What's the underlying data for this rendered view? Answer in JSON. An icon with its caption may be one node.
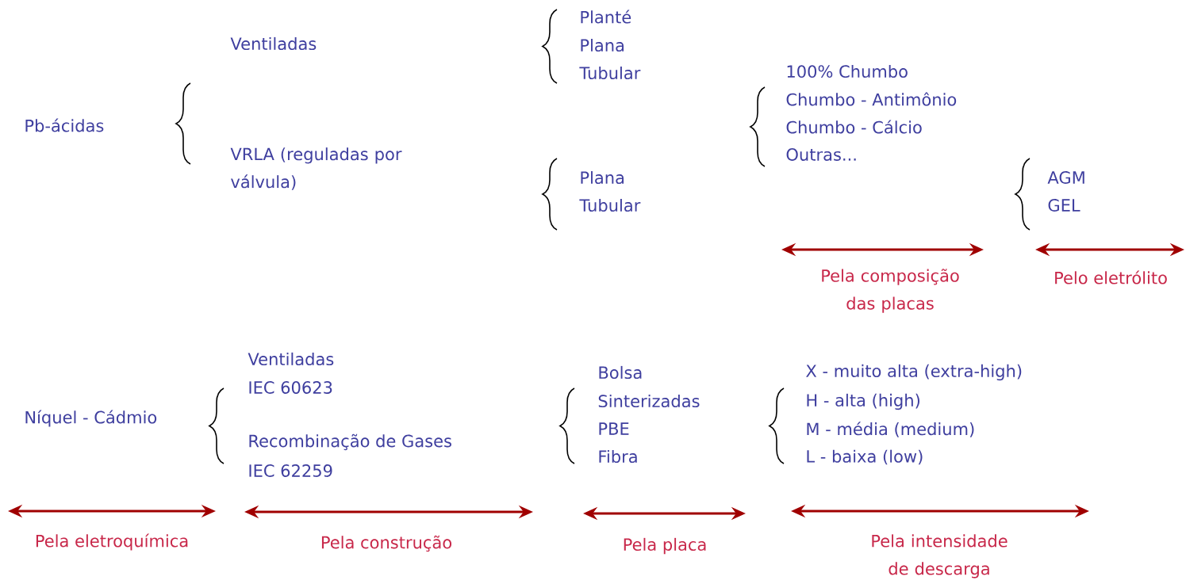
{
  "diagram": {
    "labels": [
      "Planté",
      "Plana",
      "Tubular",
      "Ventiladas",
      "100% Chumbo",
      "Chumbo - Antimônio",
      "Pb-ácidas",
      "Chumbo - Cálcio",
      "Outras...",
      "VRLA (reguladas por válvula)",
      "Plana",
      "AGM",
      "Tubular",
      "GEL",
      "Pela composição das placas",
      "Pelo eletrólito",
      "Ventiladas",
      "IEC 60623",
      "Bolsa",
      "X - muito alta (extra-high)",
      "Sinterizadas",
      "H - alta (high)",
      "Níquel - Cádmio",
      "PBE",
      "M - média (medium)",
      "Recombinação de Gases",
      "Fibra",
      "L - baixa (low)",
      "IEC 62259",
      "Pela eletroquímica",
      "Pela construção",
      "Pela placa",
      "Pela intensidade de descarga"
    ]
  }
}
